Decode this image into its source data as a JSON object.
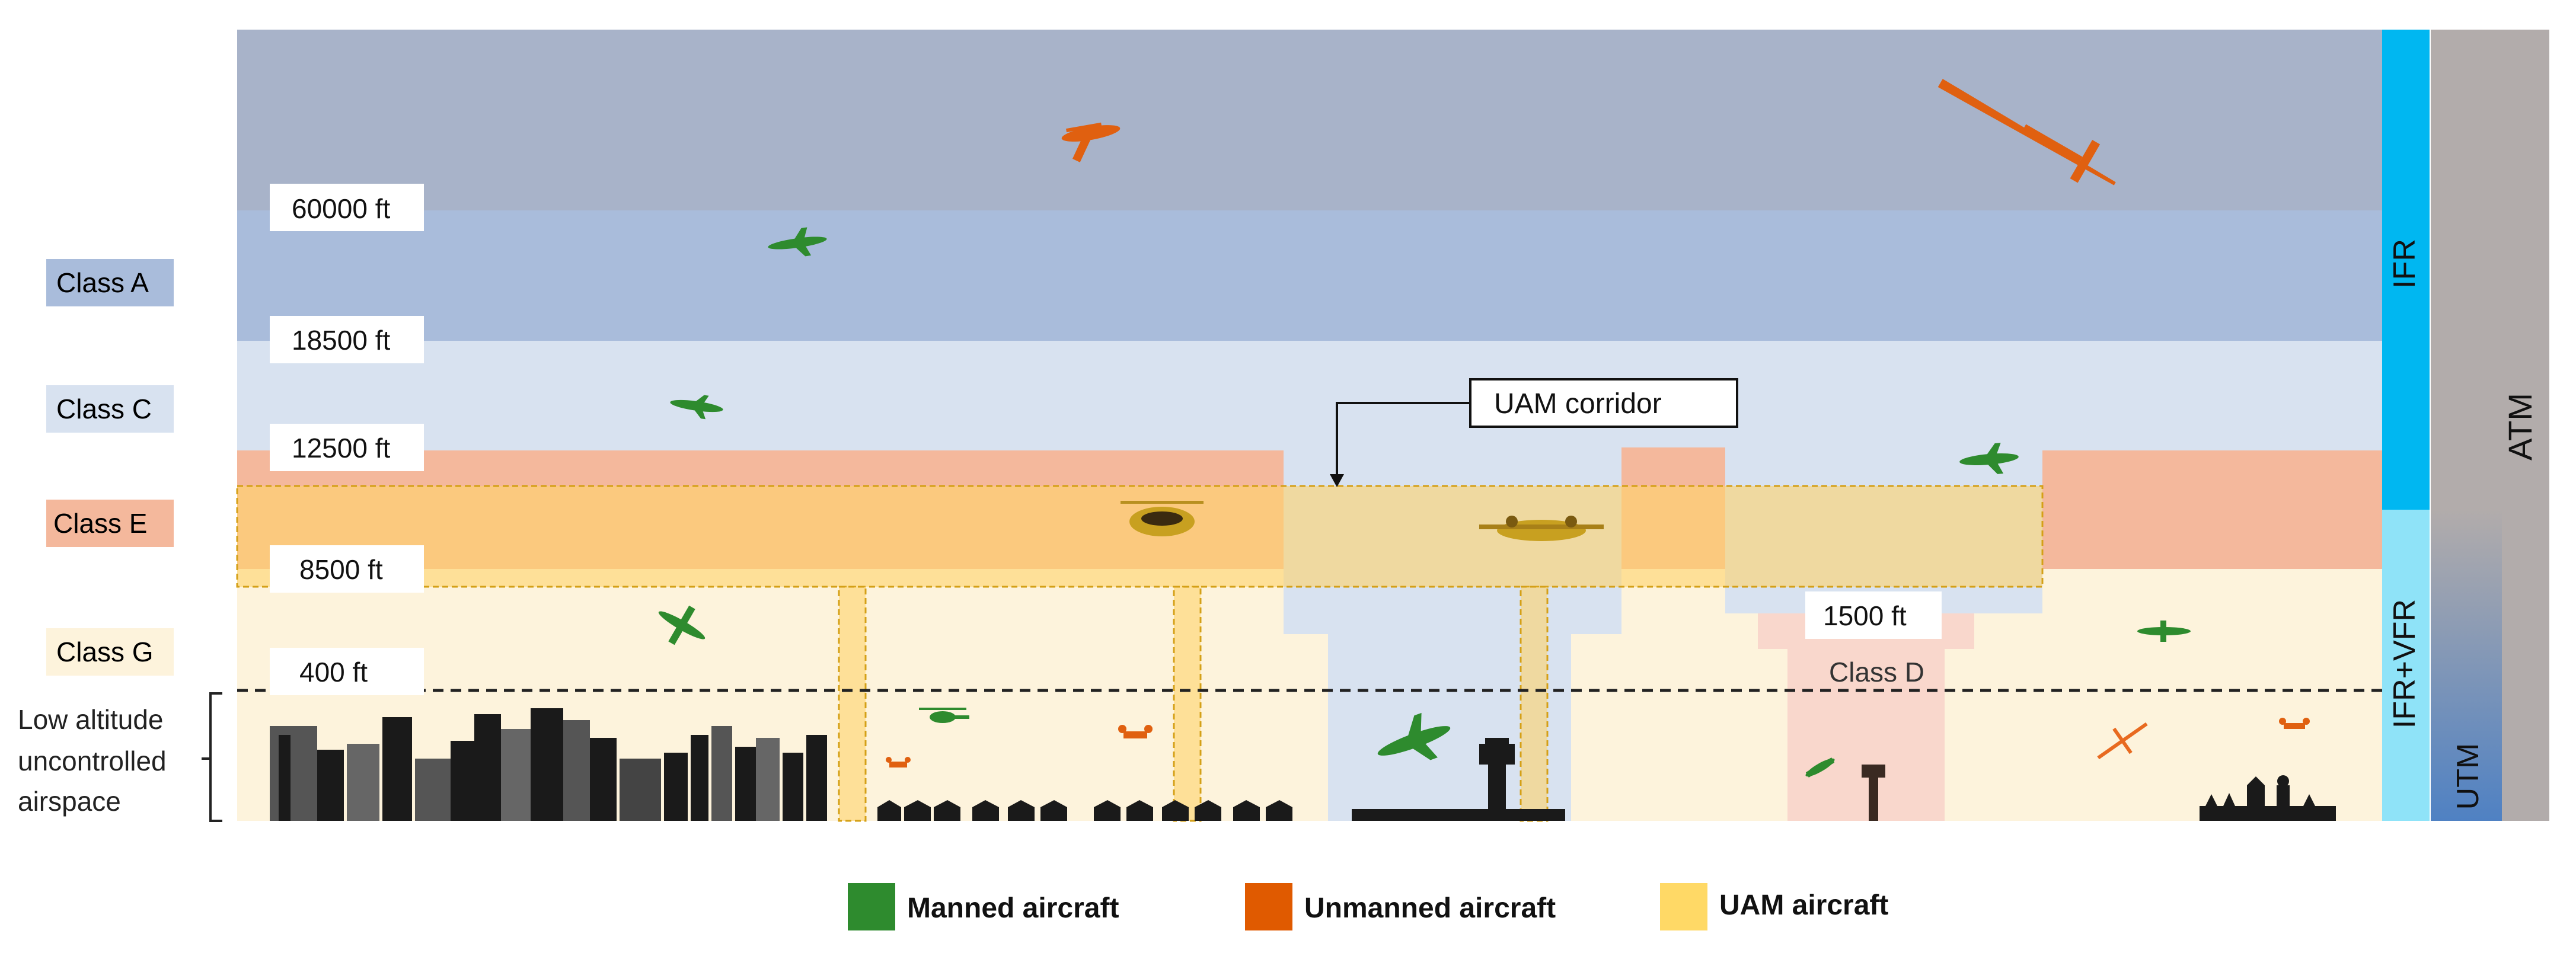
{
  "classes": [
    {
      "key": "A",
      "label": "Class A",
      "color": "#a9bcdb"
    },
    {
      "key": "C",
      "label": "Class C",
      "color": "#d8e2f0"
    },
    {
      "key": "E",
      "label": "Class E",
      "color": "#f4b89c"
    },
    {
      "key": "G",
      "label": "Class G",
      "color": "#fdf3dc"
    }
  ],
  "top_band_color": "#a8b3c9",
  "uncontrolled_label_lines": [
    "Low altitude",
    "uncontrolled",
    "airspace"
  ],
  "altitudes": [
    "60000 ft",
    "18500 ft",
    "12500 ft",
    "8500 ft",
    "400 ft"
  ],
  "airport_altitude": "1500 ft",
  "class_d_label": "Class D",
  "uam_corridor_label": "UAM corridor",
  "side_bars": {
    "ifr": {
      "label": "IFR",
      "color": "#00b7f1"
    },
    "ifr_vfr": {
      "label": "IFR+VFR",
      "color": "#8fe3f8"
    },
    "atm": {
      "label": "ATM",
      "color": "#b2acab"
    },
    "utm": {
      "label": "UTM",
      "color": "#4f81c3"
    }
  },
  "legend": [
    {
      "label": "Manned aircraft",
      "color": "#2e8b2e"
    },
    {
      "label": "Unmanned aircraft",
      "color": "#e05a00"
    },
    {
      "label": "UAM aircraft",
      "color": "#ffd966"
    }
  ],
  "colors": {
    "manned": "#2e8b2e",
    "unmanned": "#e06010",
    "uam": "#c8a020",
    "corridor": "#ffd36b",
    "classD": "#f9d7cc"
  }
}
